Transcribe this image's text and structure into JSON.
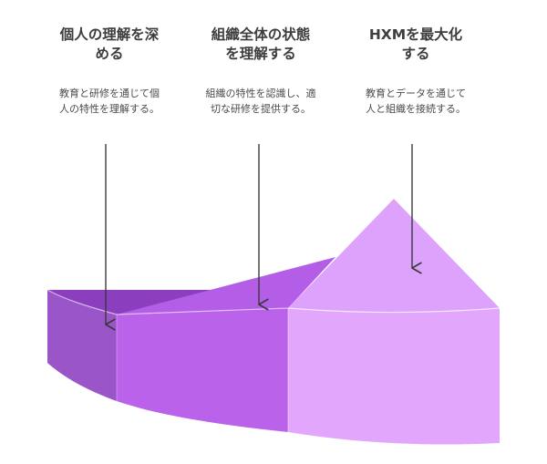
{
  "colors": {
    "dark_purple": "#8b3fbf",
    "dark_purple_side": "#9a55c9",
    "mid_purple": "#b45ee8",
    "mid_purple_side": "#ba63ea",
    "light_purple": "#dda2fb",
    "light_purple_side": "#e2a7fd",
    "text_title": "#3d3d3d",
    "text_desc": "#4a4a4a",
    "arrow": "#3a3a3a"
  },
  "stages": [
    {
      "title": "個人の理解を深\nめる",
      "description": "教育と研修を通じて個\n人の特性を理解する。"
    },
    {
      "title": "組織全体の状態\nを理解する",
      "description": "組織の特性を認識し、適\n切な研修を提供する。"
    },
    {
      "title": "HXMを最大化\nする",
      "description": "教育とデータを通じて\n人と組織を接続する。"
    }
  ]
}
